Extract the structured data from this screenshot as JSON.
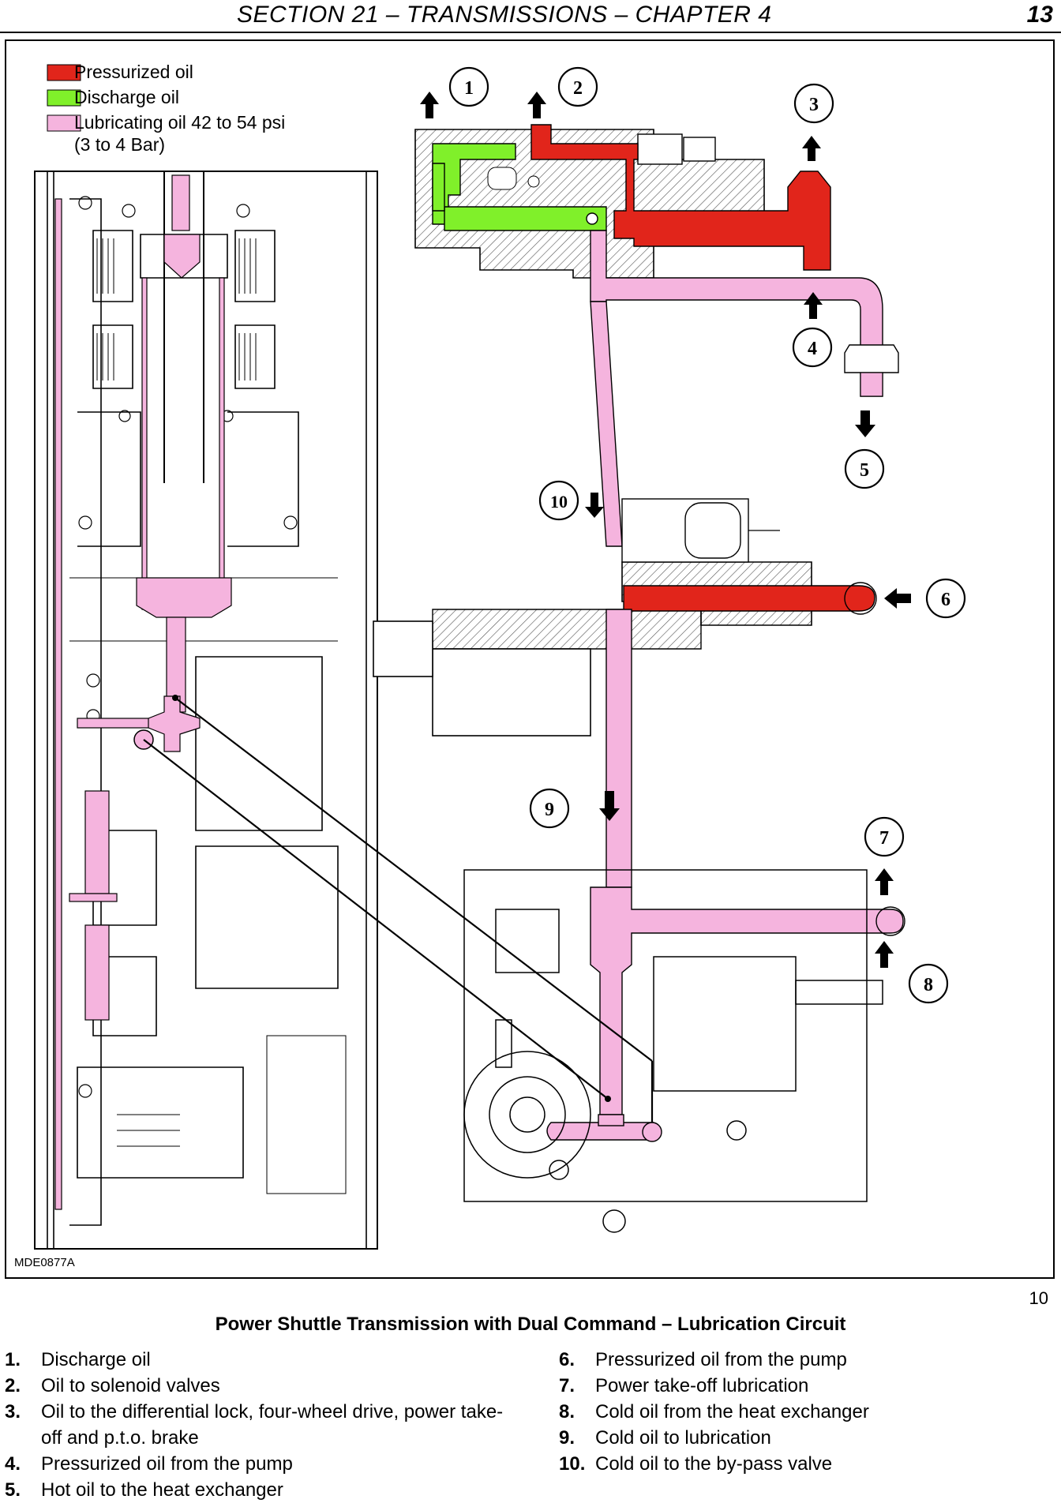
{
  "header": {
    "title": "SECTION 21 – TRANSMISSIONS – CHAPTER 4",
    "page_number": "13"
  },
  "legend": {
    "pressurized": {
      "label": "Pressurized oil",
      "color": "#e1251b"
    },
    "discharge": {
      "label": "Discharge oil",
      "color": "#80f02a"
    },
    "lubricating": {
      "label_line1": "Lubricating oil 42 to 54 psi",
      "label_line2": "(3 to 4 Bar)",
      "color": "#f5b4de"
    }
  },
  "diagram": {
    "code": "MDE0877A",
    "callouts": [
      "1",
      "2",
      "3",
      "4",
      "5",
      "6",
      "7",
      "8",
      "9",
      "10"
    ]
  },
  "figure_number": "10",
  "caption": "Power Shuttle Transmission with Dual Command  – Lubrication Circuit",
  "legend_items_left": [
    {
      "num": "1.",
      "text": "Discharge oil"
    },
    {
      "num": "2.",
      "text": "Oil to solenoid valves"
    },
    {
      "num": "3.",
      "text": "Oil to the differential lock, four-wheel drive, power take-off and p.t.o. brake"
    },
    {
      "num": "4.",
      "text": "Pressurized oil from the pump"
    },
    {
      "num": "5.",
      "text": "Hot oil to the heat exchanger"
    }
  ],
  "legend_items_right": [
    {
      "num": "6.",
      "text": "Pressurized oil from the pump"
    },
    {
      "num": "7.",
      "text": "Power take-off lubrication"
    },
    {
      "num": "8.",
      "text": "Cold oil from the heat exchanger"
    },
    {
      "num": "9.",
      "text": "Cold oil to lubrication"
    },
    {
      "num": "10.",
      "text": "Cold oil to the by-pass valve"
    }
  ]
}
